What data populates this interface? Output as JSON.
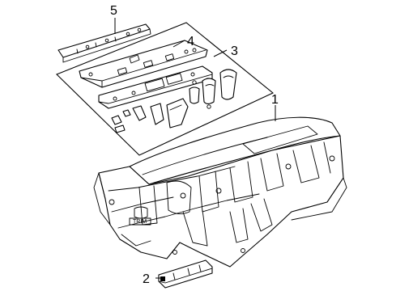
{
  "diagram": {
    "callouts": [
      {
        "id": "1",
        "label": "1"
      },
      {
        "id": "2",
        "label": "2"
      },
      {
        "id": "3",
        "label": "3"
      },
      {
        "id": "4",
        "label": "4"
      },
      {
        "id": "5",
        "label": "5"
      }
    ],
    "insets": {
      "lower_bracket_label": "TRIM"
    },
    "colors": {
      "line": "#000000",
      "background": "#ffffff"
    }
  }
}
